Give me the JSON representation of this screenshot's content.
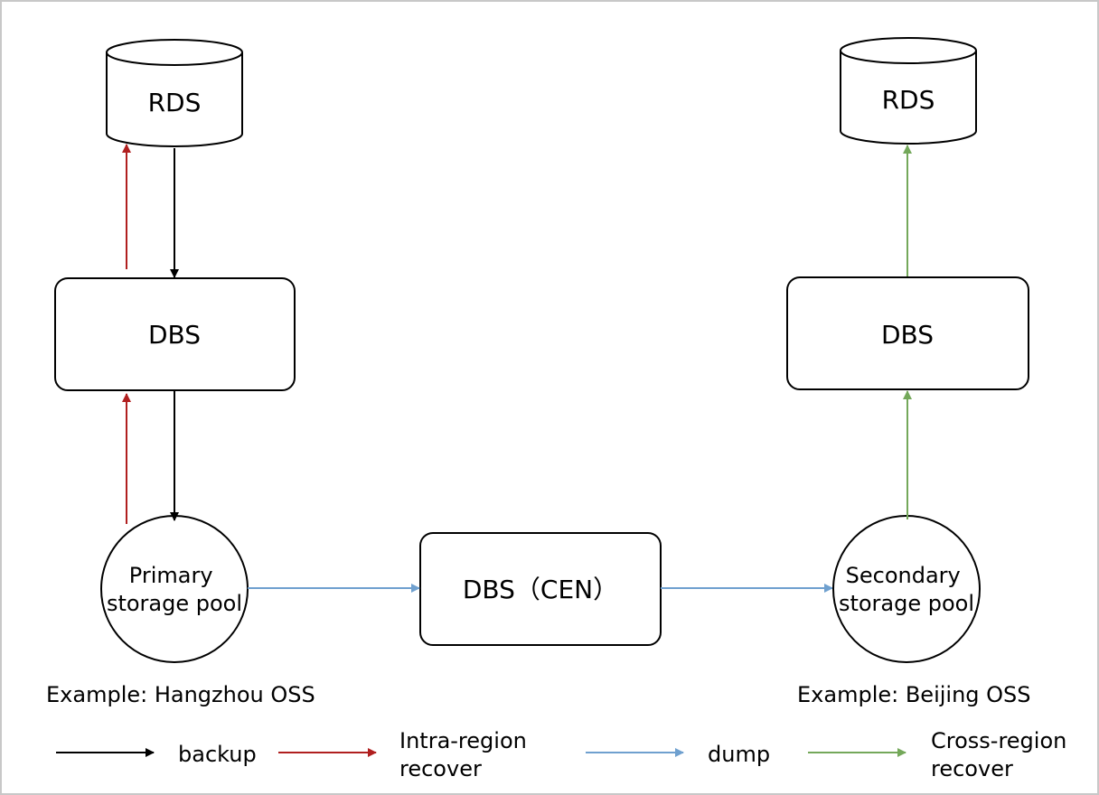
{
  "colors": {
    "backup": "#000000",
    "intra_region_recover": "#b01f1f",
    "dump": "#6fa0cf",
    "cross_region_recover": "#74a85a"
  },
  "nodes": {
    "rds_left": "RDS",
    "rds_right": "RDS",
    "dbs_left": "DBS",
    "dbs_right": "DBS",
    "dbs_cen": "DBS（CEN）",
    "primary_pool": [
      "Primary",
      "storage pool"
    ],
    "secondary_pool": [
      "Secondary",
      "storage pool"
    ]
  },
  "captions": {
    "left": "Example: Hangzhou OSS",
    "right": "Example: Beijing OSS"
  },
  "legend": {
    "backup": [
      "backup"
    ],
    "intra_region_recover": [
      "Intra-region",
      "recover"
    ],
    "dump": [
      "dump"
    ],
    "cross_region_recover": [
      "Cross-region",
      "recover"
    ]
  }
}
